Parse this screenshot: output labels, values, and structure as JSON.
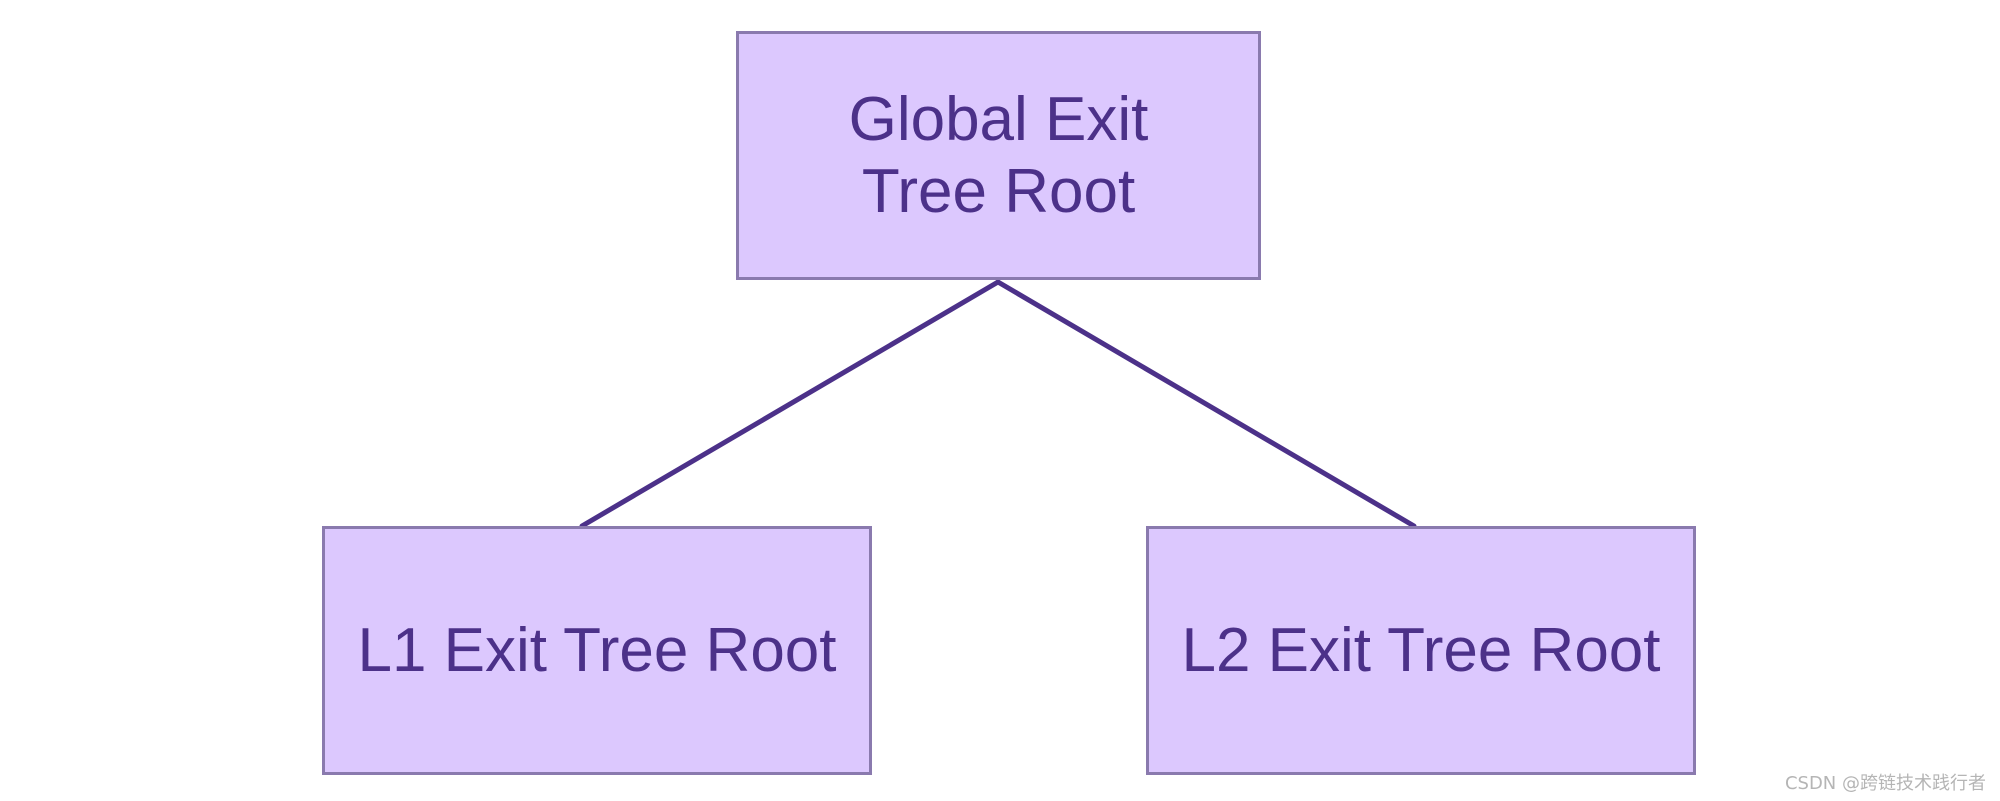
{
  "diagram": {
    "nodes": [
      {
        "id": "root",
        "label": "Global Exit\nTree Root"
      },
      {
        "id": "l1",
        "label": "L1 Exit Tree Root"
      },
      {
        "id": "l2",
        "label": "L2 Exit Tree Root"
      }
    ],
    "edges": [
      {
        "from": "root",
        "to": "l1"
      },
      {
        "from": "root",
        "to": "l2"
      }
    ]
  },
  "colors": {
    "node_fill": "#dcc8fe",
    "node_border": "#8a7aae",
    "text": "#4c3189",
    "edge": "#4c3189",
    "watermark": "#b5b5b5"
  },
  "watermark": "CSDN @跨链技术践行者"
}
